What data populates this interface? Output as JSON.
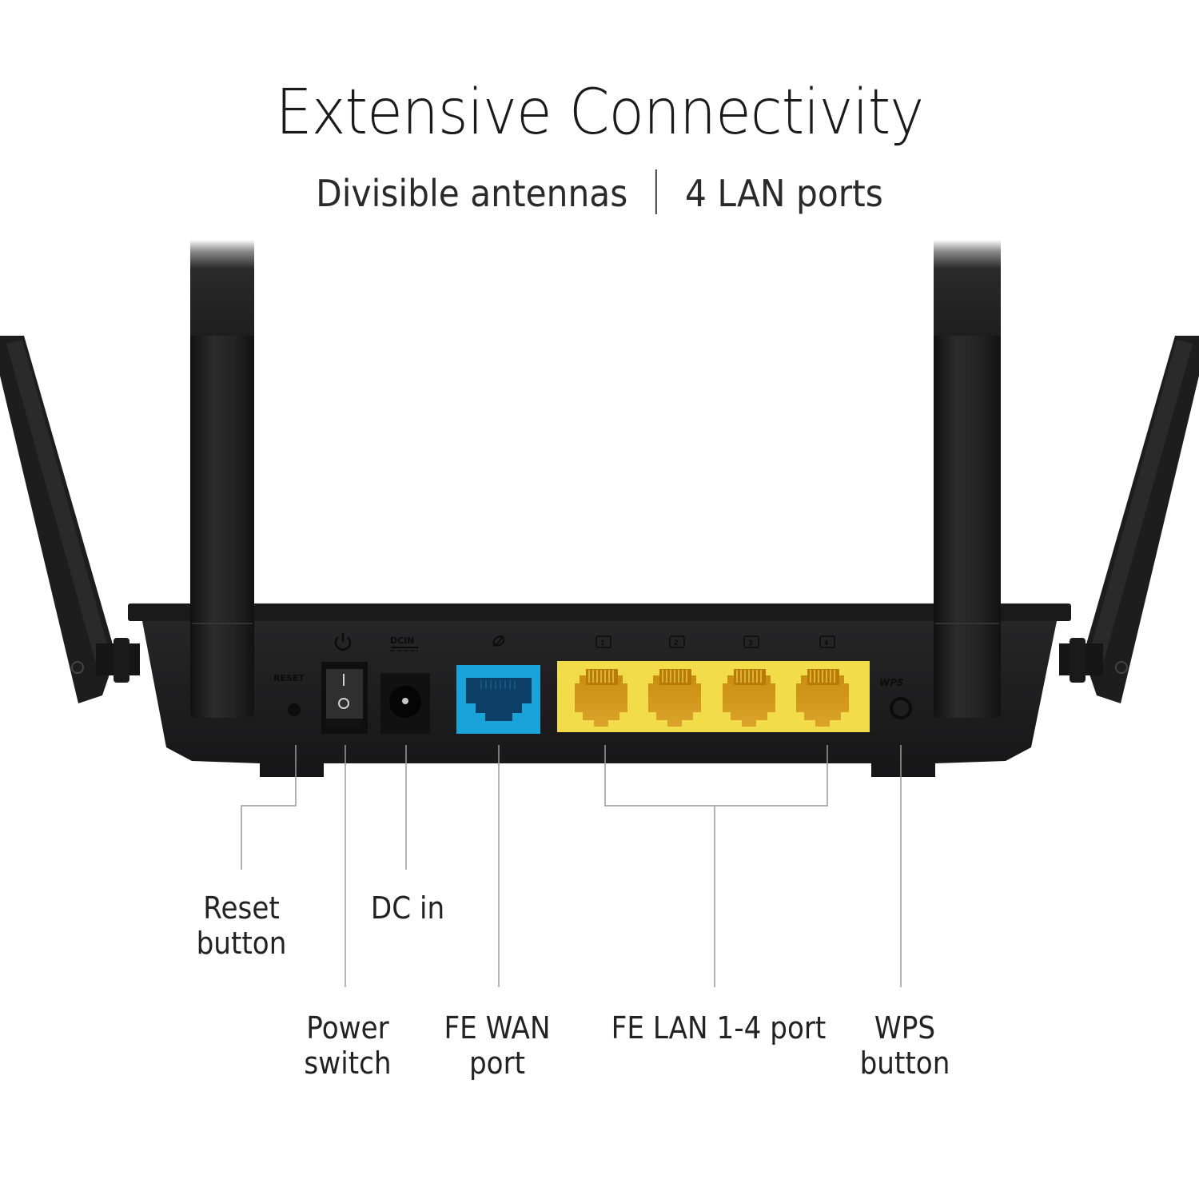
{
  "header": {
    "title": "Extensive Connectivity",
    "subtitle_left": "Divisible antennas",
    "subtitle_right": "4 LAN ports"
  },
  "device": {
    "name": "dual-band-router-rear-view",
    "antenna_count": 4,
    "panel_markings": {
      "reset": "RESET",
      "power_symbol": "power-icon",
      "dc_in": "DCIN",
      "wan_symbol": "globe-icon",
      "lan_numbers": [
        "1",
        "2",
        "3",
        "4"
      ],
      "wps": "WPS",
      "switch_on": "I",
      "switch_off": "O"
    },
    "colors": {
      "body": "#1b1b1c",
      "wan_port": "#1aa3d8",
      "lan_port": "#f2dc4a",
      "lan_socket": "#d79c12",
      "leader_line": "#9a9a9a"
    }
  },
  "callouts": [
    {
      "id": "reset",
      "text": "Reset\nbutton"
    },
    {
      "id": "dc_in",
      "text": "DC in"
    },
    {
      "id": "power",
      "text": "Power\nswitch"
    },
    {
      "id": "wan",
      "text": "FE WAN\nport"
    },
    {
      "id": "lan",
      "text": "FE LAN 1-4 port"
    },
    {
      "id": "wps",
      "text": "WPS\nbutton"
    }
  ]
}
